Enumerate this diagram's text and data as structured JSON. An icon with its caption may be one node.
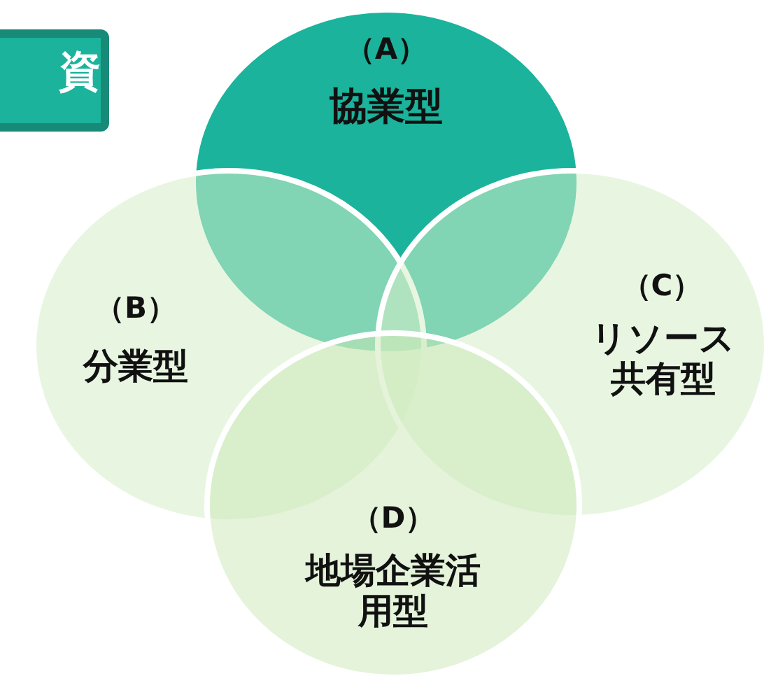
{
  "diagram": {
    "nodes": [
      {
        "text": [
          "資"
        ]
      },
      {
        "text": [
          "（A）",
          "協業型"
        ]
      },
      {
        "text": [
          "（B）",
          "分業型"
        ]
      },
      {
        "text": [
          "（C）",
          "リソース共有型"
        ]
      },
      {
        "text": [
          "（D）",
          "地場企業活用型"
        ]
      }
    ]
  }
}
